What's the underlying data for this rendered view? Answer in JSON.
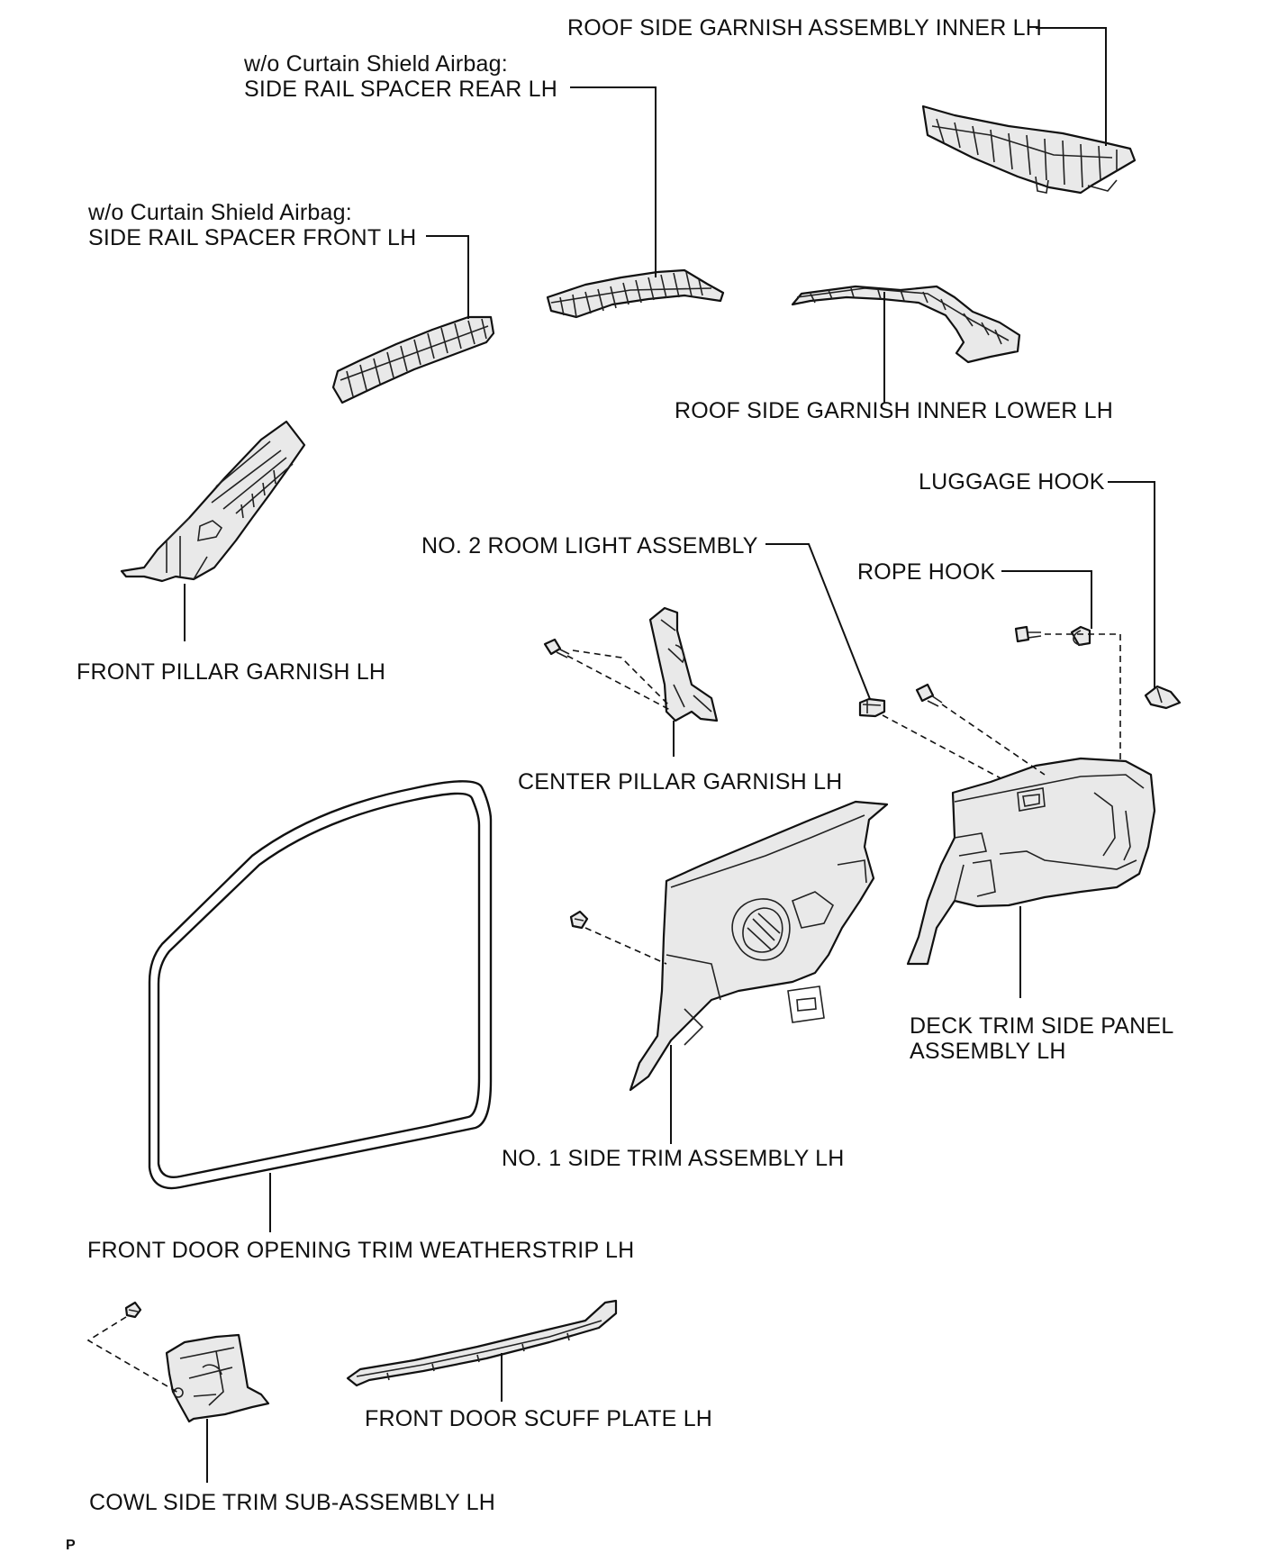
{
  "labels": {
    "roof_side_garnish_assembly_inner": "ROOF SIDE GARNISH ASSEMBLY INNER LH",
    "side_rail_spacer_rear_condition": "w/o Curtain Shield Airbag:",
    "side_rail_spacer_rear": "SIDE RAIL SPACER REAR LH",
    "side_rail_spacer_front_condition": "w/o Curtain Shield Airbag:",
    "side_rail_spacer_front": "SIDE RAIL SPACER FRONT LH",
    "roof_side_garnish_inner_lower": "ROOF SIDE GARNISH INNER LOWER LH",
    "luggage_hook": "LUGGAGE HOOK",
    "no2_room_light": "NO. 2 ROOM LIGHT ASSEMBLY",
    "rope_hook": "ROPE HOOK",
    "front_pillar_garnish": "FRONT PILLAR GARNISH LH",
    "center_pillar_garnish": "CENTER PILLAR GARNISH LH",
    "deck_trim_side_panel_line1": "DECK TRIM SIDE PANEL",
    "deck_trim_side_panel_line2": "ASSEMBLY LH",
    "no1_side_trim": "NO. 1 SIDE TRIM ASSEMBLY LH",
    "front_door_opening_weatherstrip": "FRONT DOOR OPENING TRIM WEATHERSTRIP LH",
    "front_door_scuff_plate": "FRONT DOOR SCUFF PLATE LH",
    "cowl_side_trim": "COWL SIDE TRIM SUB-ASSEMBLY LH"
  },
  "corner_mark": "P"
}
